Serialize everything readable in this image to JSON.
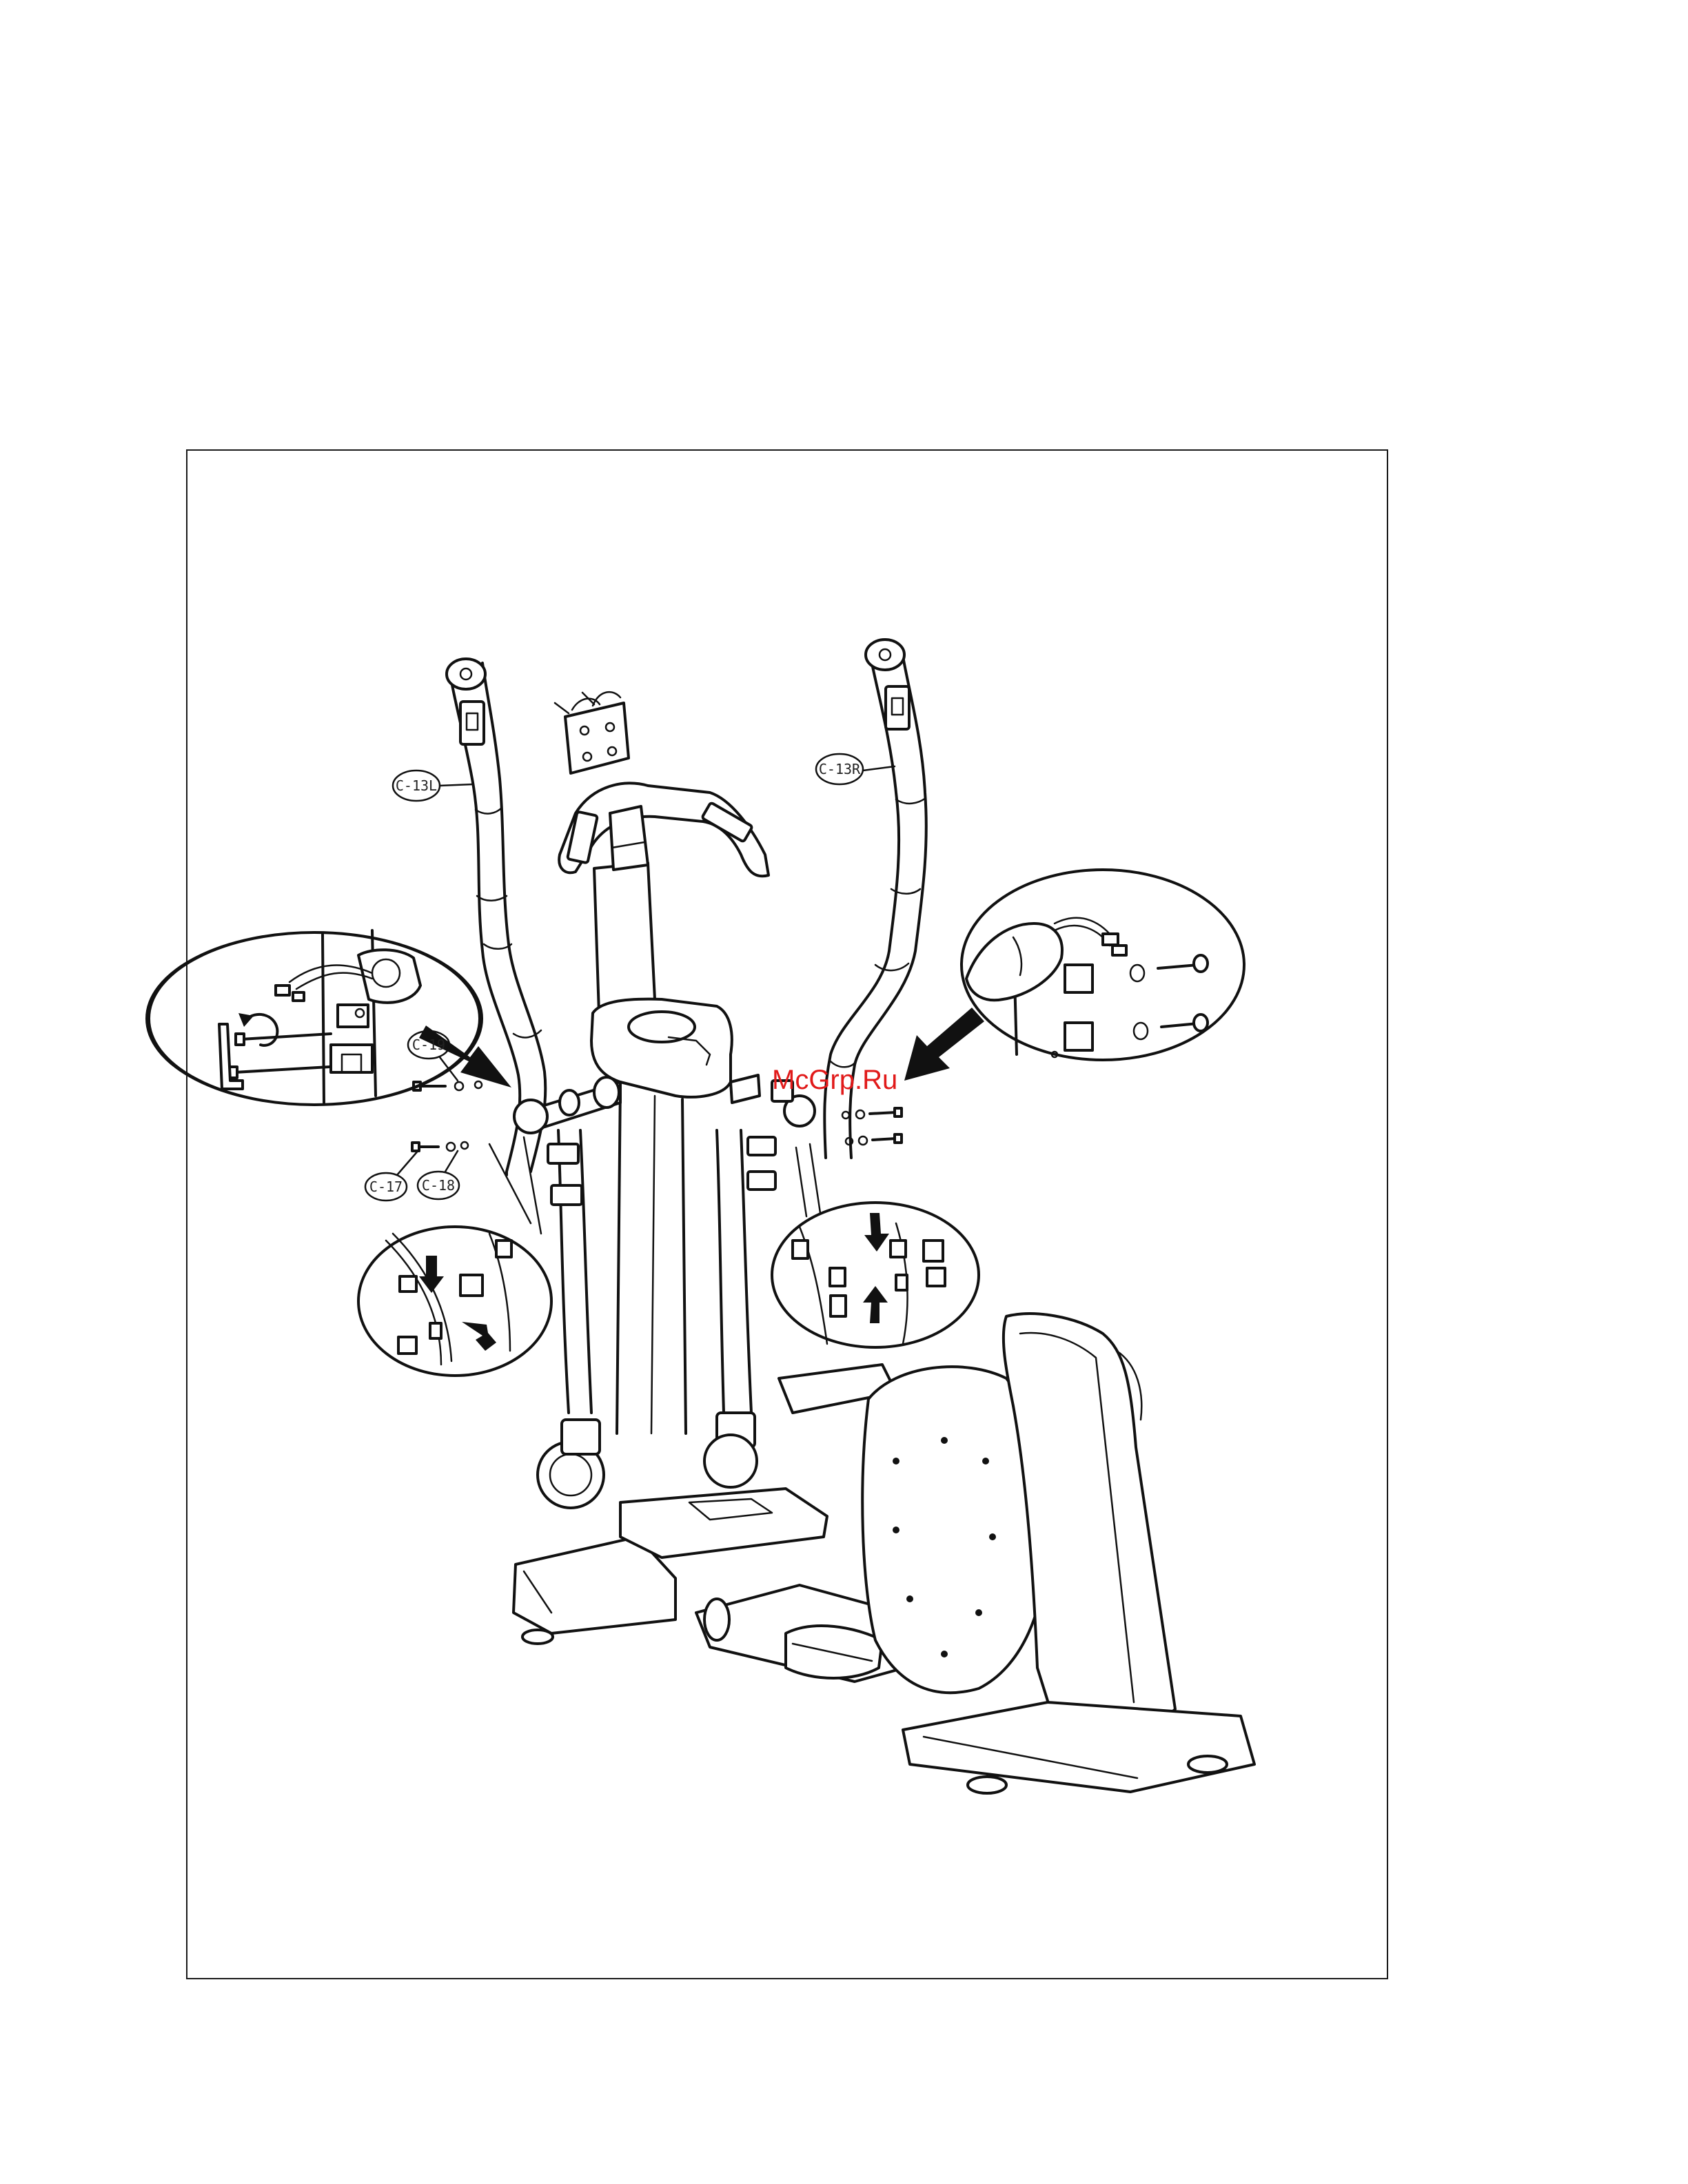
{
  "watermark": {
    "text": "McGrp.Ru",
    "color": "#e11a1a"
  },
  "callouts": [
    {
      "id": "c13l",
      "label": "C-13L"
    },
    {
      "id": "c13r",
      "label": "C-13R"
    },
    {
      "id": "c19",
      "label": "C-19"
    },
    {
      "id": "c17",
      "label": "C-17"
    },
    {
      "id": "c18",
      "label": "C-18"
    }
  ],
  "icons": [
    "hex-key-icon",
    "rotate-arrow-icon",
    "direction-arrow-icon"
  ],
  "colors": {
    "line": "#111111",
    "background": "#ffffff"
  }
}
